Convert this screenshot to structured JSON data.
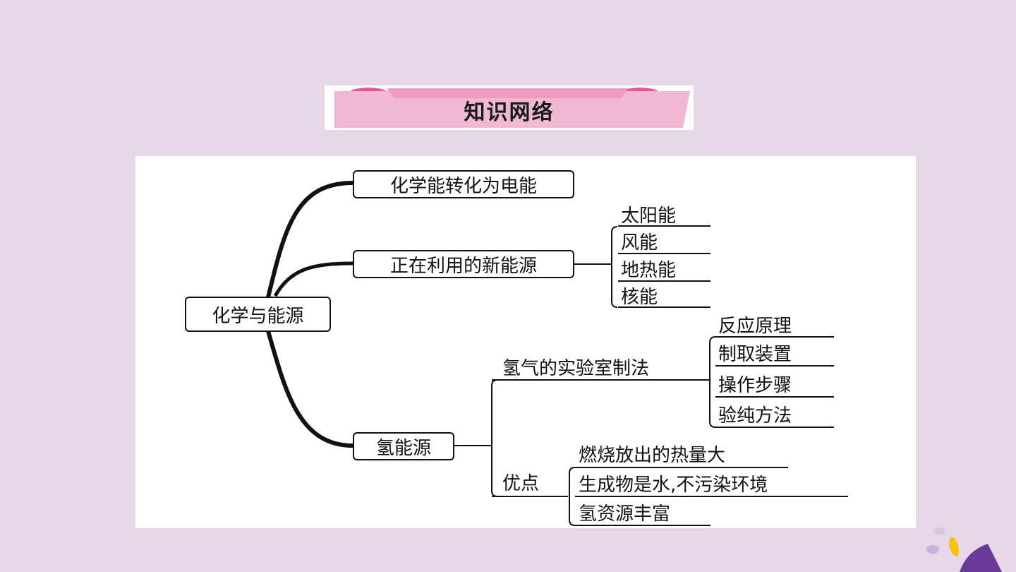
{
  "banner": {
    "title": "知识网络"
  },
  "root": "化学与能源",
  "branch1": {
    "label": "化学能转化为电能"
  },
  "branch2": {
    "label": "正在利用的新能源",
    "items": [
      "太阳能",
      "风能",
      "地热能",
      "核能"
    ]
  },
  "branch3": {
    "label": "氢能源",
    "lab": {
      "label": "氢气的实验室制法",
      "items": [
        "反应原理",
        "制取装置",
        "操作步骤",
        "验纯方法"
      ]
    },
    "adv": {
      "label": "优点",
      "items": [
        "燃烧放出的热量大",
        "生成物是水,不污染环境",
        "氢资源丰富"
      ]
    }
  },
  "colors": {
    "background": "#e6d6e8",
    "banner_pink": "#f0b8d2",
    "banner_dark_pink": "#e8579a",
    "accent_purple": "#6a3a9a",
    "accent_yellow": "#f5c400"
  }
}
